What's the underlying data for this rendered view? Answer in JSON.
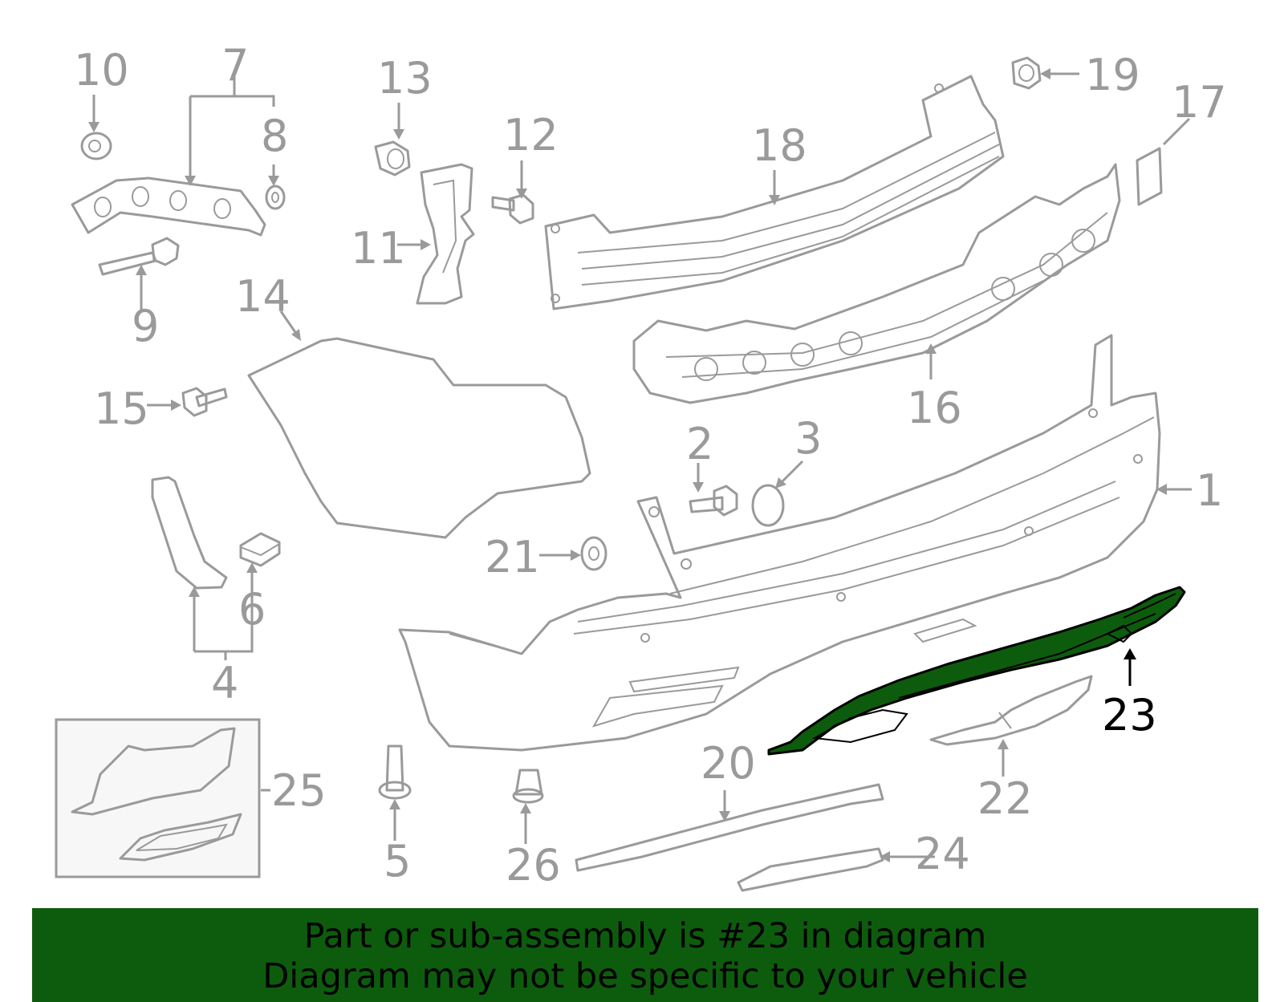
{
  "callouts": {
    "c1": "1",
    "c2": "2",
    "c3": "3",
    "c4": "4",
    "c5": "5",
    "c6": "6",
    "c7": "7",
    "c8": "8",
    "c9": "9",
    "c10": "10",
    "c11": "11",
    "c12": "12",
    "c13": "13",
    "c14": "14",
    "c15": "15",
    "c16": "16",
    "c17": "17",
    "c18": "18",
    "c19": "19",
    "c20": "20",
    "c21": "21",
    "c22": "22",
    "c23": "23",
    "c24": "24",
    "c25": "25",
    "c26": "26"
  },
  "highlight": {
    "part_number": "23",
    "color": "#0d5c0d"
  },
  "colors": {
    "line": "#9a9a9a",
    "highlight_fill": "#0d5c0d",
    "banner_bg": "#0d5c0d"
  },
  "banner": {
    "line1": "Part or sub-assembly is #23 in diagram",
    "line2": "Diagram may not be specific to your vehicle"
  }
}
